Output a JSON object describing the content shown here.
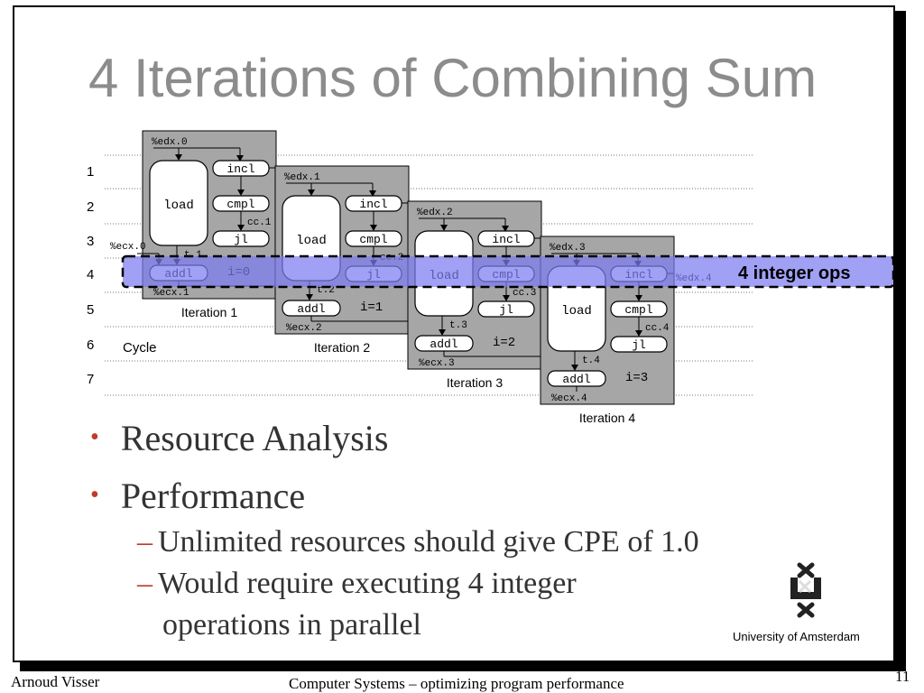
{
  "title": "4 Iterations of Combining Sum",
  "cycle_label": "Cycle",
  "cycles": [
    "1",
    "2",
    "3",
    "4",
    "5",
    "6",
    "7"
  ],
  "highlight_label": "4 integer ops",
  "iterations": [
    {
      "caption": "Iteration 1",
      "index": "i=0",
      "edx_in": "%edx.0",
      "ecx_in": "%ecx.0",
      "ecx_out": "%ecx.1",
      "cc": "cc.1",
      "t": "t.1",
      "ops": {
        "load": "load",
        "incl": "incl",
        "cmpl": "cmpl",
        "jl": "jl",
        "addl": "addl"
      }
    },
    {
      "caption": "Iteration 2",
      "index": "i=1",
      "edx_in": "%edx.1",
      "ecx_out": "%ecx.2",
      "cc": "cc.2",
      "t": "t.2",
      "ops": {
        "load": "load",
        "incl": "incl",
        "cmpl": "cmpl",
        "jl": "jl",
        "addl": "addl"
      }
    },
    {
      "caption": "Iteration 3",
      "index": "i=2",
      "edx_in": "%edx.2",
      "ecx_out": "%ecx.3",
      "cc": "cc.3",
      "t": "t.3",
      "ops": {
        "load": "load",
        "incl": "incl",
        "cmpl": "cmpl",
        "jl": "jl",
        "addl": "addl"
      }
    },
    {
      "caption": "Iteration 4",
      "index": "i=3",
      "edx_in": "%edx.3",
      "edx_out": "%edx.4",
      "ecx_out": "%ecx.4",
      "cc": "cc.4",
      "t": "t.4",
      "ops": {
        "load": "load",
        "incl": "incl",
        "cmpl": "cmpl",
        "jl": "jl",
        "addl": "addl"
      }
    }
  ],
  "bullets": [
    {
      "text": "Resource Analysis"
    },
    {
      "text": "Performance"
    }
  ],
  "sub_bullets": [
    {
      "text": "Unlimited resources should give CPE of 1.0"
    },
    {
      "text": "Would require executing 4 integer"
    },
    {
      "text": "operations in parallel"
    }
  ],
  "uva": {
    "name": "University  of Amsterdam",
    "logo": "uva-logo"
  },
  "footer": {
    "author": "Arnoud Visser",
    "course": "Computer Systems – optimizing program  performance",
    "page": "11"
  },
  "colors": {
    "title": "#8c8c8c",
    "panel": "#a6a6a6",
    "highlight": "#7b7bf0",
    "bullet": "#c0392b"
  }
}
